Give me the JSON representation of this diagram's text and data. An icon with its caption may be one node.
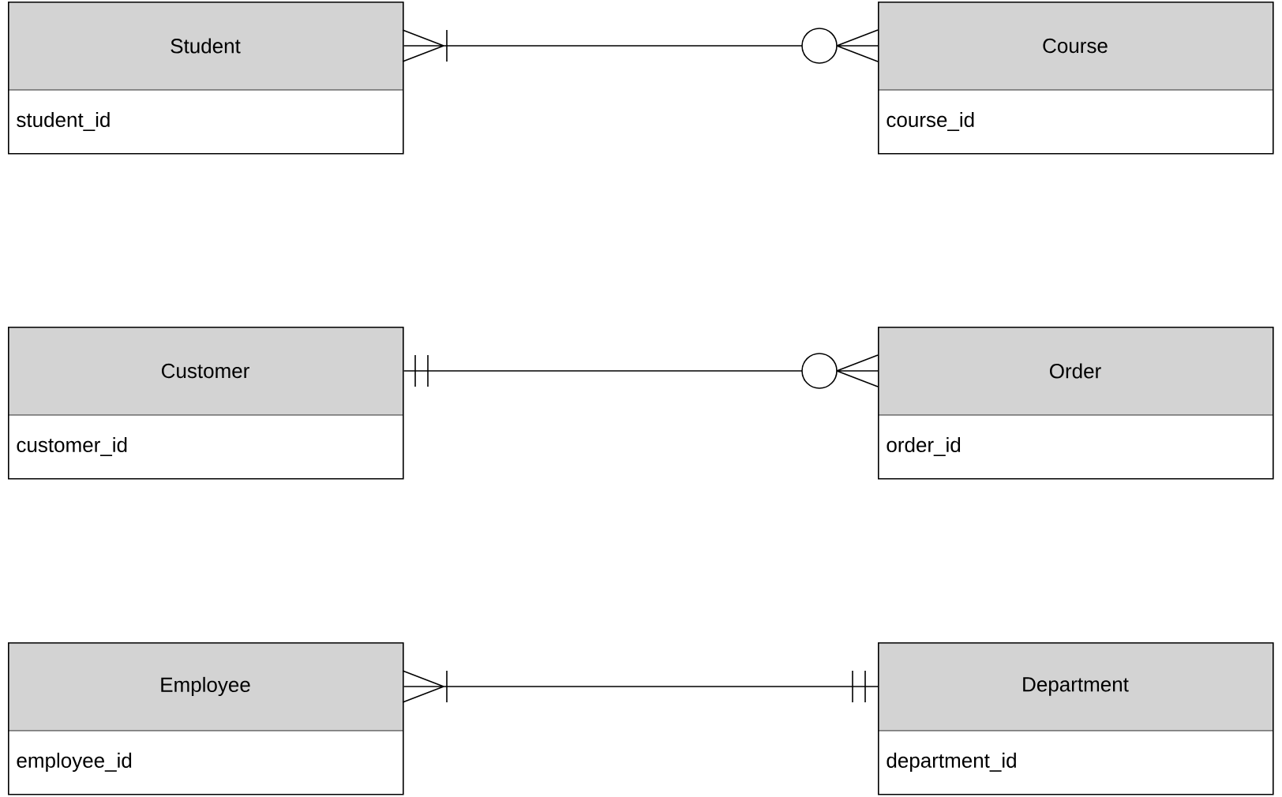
{
  "diagram": {
    "nodes": [
      {
        "text": [
          "Student",
          "student_id"
        ]
      },
      {
        "text": [
          "Course",
          "course_id"
        ]
      },
      {
        "text": [
          "Customer",
          "customer_id"
        ]
      },
      {
        "text": [
          "Order",
          "order_id"
        ]
      },
      {
        "text": [
          "Employee",
          "employee_id"
        ]
      },
      {
        "text": [
          "Department",
          "department_id"
        ]
      }
    ],
    "edges": [
      {
        "from": 0,
        "to": 1,
        "arrow": "other"
      },
      {
        "from": 2,
        "to": 3,
        "arrow": "other"
      },
      {
        "from": 4,
        "to": 5,
        "arrow": "other"
      }
    ]
  }
}
